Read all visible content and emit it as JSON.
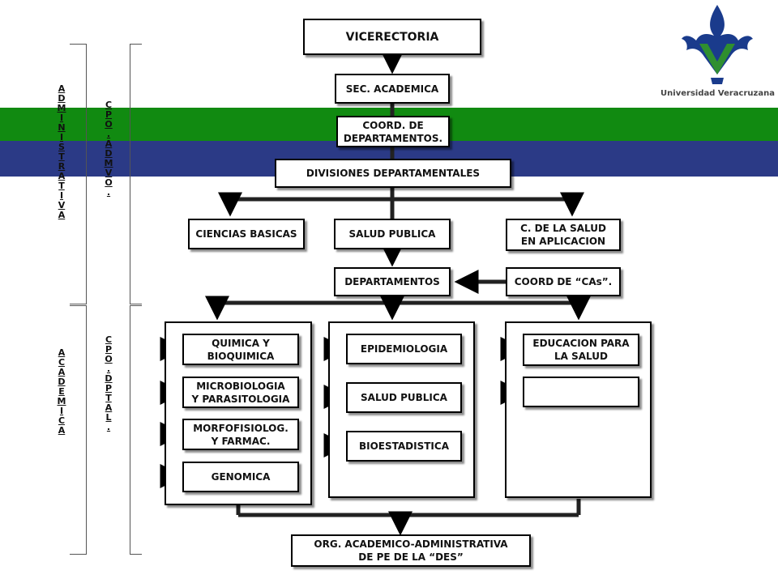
{
  "org_chart": {
    "top": "VICERECTORIA",
    "sec": "SEC. ACADEMICA",
    "coord_dept": "COORD. DE\nDEPARTAMENTOS.",
    "divisions": "DIVISIONES DEPARTAMENTALES",
    "ciencias": "CIENCIAS BASICAS",
    "salud_publica": "SALUD PUBLICA",
    "c_salud": "C. DE LA SALUD\nEN APLICACION",
    "departamentos": "DEPARTAMENTOS",
    "coord_cas": "COORD DE “CAs”.",
    "panel1": [
      "QUIMICA Y\nBIOQUIMICA",
      "MICROBIOLOGIA\nY PARASITOLOGIA",
      "MORFOFISIOLOG.\nY FARMAC.",
      "GENOMICA"
    ],
    "panel2": [
      "EPIDEMIOLOGIA",
      "SALUD PUBLICA",
      "BIOESTADISTICA"
    ],
    "panel3": [
      "EDUCACION PARA\nLA SALUD",
      ""
    ],
    "bottom": "ORG. ACADEMICO-ADMINISTRATIVA\nDE  PE DE LA “DES”"
  },
  "side_labels": {
    "administrativa": "ADMINISTRATIVA",
    "cpo_admvo": "CPO.ADMVO.",
    "academica": "ACADEMICA",
    "cpo_dptal": "CPO.DPTAL."
  },
  "logo": {
    "text": "Universidad Veracruzana",
    "colors": {
      "blue": "#1a3b8c",
      "green": "#2f8f2f"
    }
  },
  "colors": {
    "band_green": "#118a11",
    "band_blue": "#2b3a86"
  }
}
